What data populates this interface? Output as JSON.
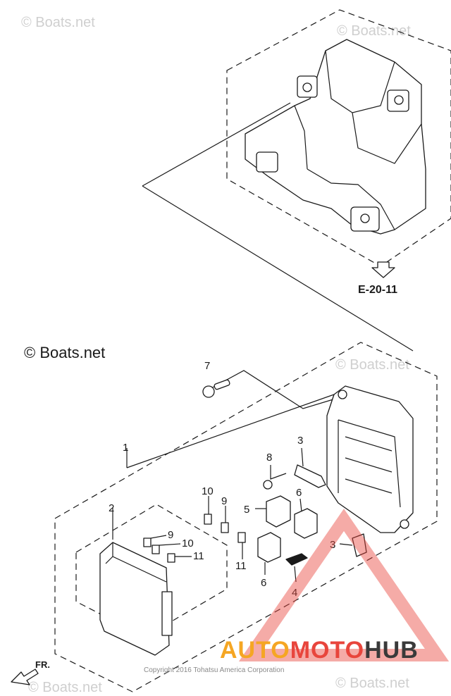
{
  "watermarks": {
    "corner_text": "© Boats.net",
    "main_text": "© Boats.net"
  },
  "reference": {
    "label": "E-20-11"
  },
  "callouts": {
    "c1": "1",
    "c2": "2",
    "c3a": "3",
    "c3b": "3",
    "c4": "4",
    "c5": "5",
    "c6a": "6",
    "c6b": "6",
    "c7": "7",
    "c8": "8",
    "c9a": "9",
    "c9b": "9",
    "c10a": "10",
    "c10b": "10",
    "c11a": "11",
    "c11b": "11"
  },
  "direction": {
    "label": "FR."
  },
  "copyright": "Copyright 2016 Tohatsu America Corporation",
  "brand": {
    "part1": "AUTO",
    "part2": "MOTO",
    "part3": "HUB",
    "color_orange": "#f5a623",
    "color_red": "#e8453c",
    "color_dark": "#3a3a3a"
  }
}
